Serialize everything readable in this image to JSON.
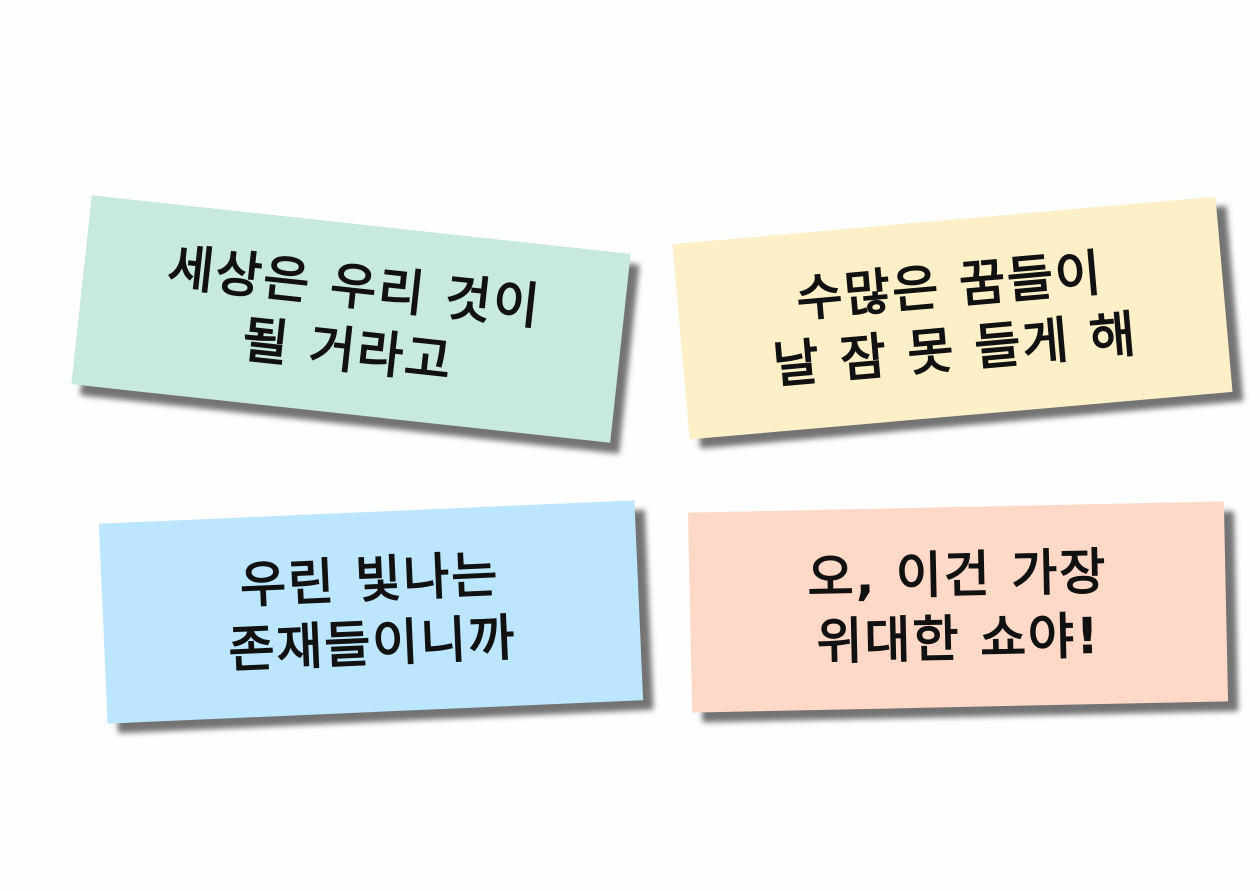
{
  "notes": [
    {
      "lines": [
        "세상은 우리 것이",
        "될 거라고"
      ],
      "color": "#c8e9df"
    },
    {
      "lines": [
        "수많은 꿈들이",
        "날 잠 못 들게 해"
      ],
      "color": "#fdf0c9"
    },
    {
      "lines": [
        "우린 빛나는",
        "존재들이니까"
      ],
      "color": "#bbe6fd"
    },
    {
      "lines": [
        "오, 이건 가장",
        "위대한 쇼야!"
      ],
      "color": "#fed9c8"
    }
  ]
}
